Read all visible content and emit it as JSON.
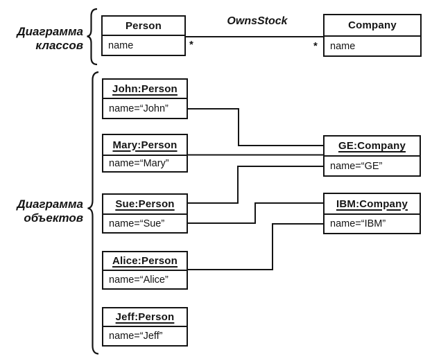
{
  "section_labels": {
    "class_diagram_line1": "Диаграмма",
    "class_diagram_line2": "классов",
    "object_diagram_line1": "Диаграмма",
    "object_diagram_line2": "объектов"
  },
  "class_diagram": {
    "person": {
      "title": "Person",
      "attribute": "name"
    },
    "company": {
      "title": "Company",
      "attribute": "name"
    },
    "association": {
      "label": "OwnsStock",
      "left_multiplicity": "*",
      "right_multiplicity": "*"
    }
  },
  "object_diagram": {
    "persons": [
      {
        "title": "John:Person",
        "attribute": "name=“John”"
      },
      {
        "title": "Mary:Person",
        "attribute": "name=“Mary”"
      },
      {
        "title": "Sue:Person",
        "attribute": "name=“Sue”"
      },
      {
        "title": "Alice:Person",
        "attribute": "name=“Alice”"
      },
      {
        "title": "Jeff:Person",
        "attribute": "name=“Jeff”"
      }
    ],
    "companies": [
      {
        "title": "GE:Company",
        "attribute": "name=“GE”"
      },
      {
        "title": "IBM:Company",
        "attribute": "name=“IBM”"
      }
    ],
    "links": [
      {
        "from": "John:Person",
        "to": "GE:Company"
      },
      {
        "from": "Mary:Person",
        "to": "GE:Company"
      },
      {
        "from": "Sue:Person",
        "to": "GE:Company"
      },
      {
        "from": "Sue:Person",
        "to": "IBM:Company"
      },
      {
        "from": "Alice:Person",
        "to": "IBM:Company"
      }
    ]
  },
  "colors": {
    "ink": "#141414",
    "background": "#ffffff"
  }
}
